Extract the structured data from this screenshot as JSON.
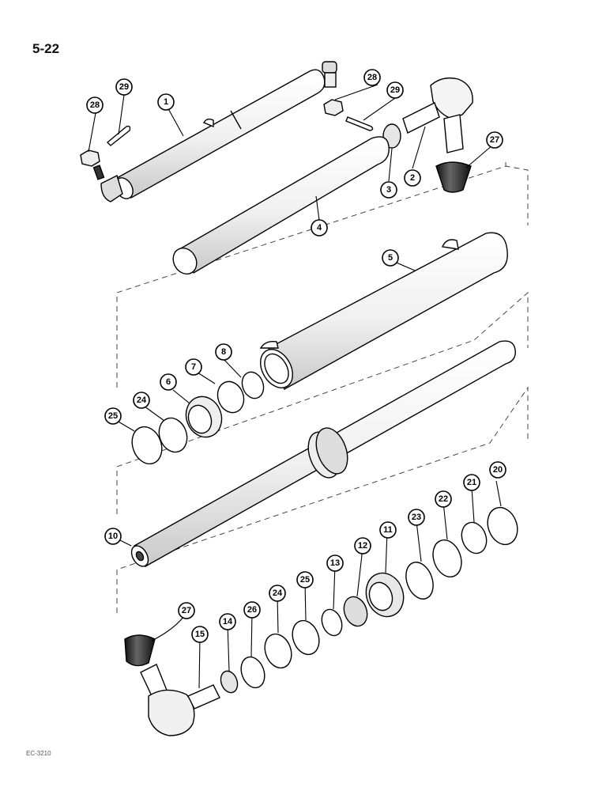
{
  "page": {
    "number": "5-22",
    "code": "EC-3210"
  },
  "callouts": [
    {
      "num": "1"
    },
    {
      "num": "2"
    },
    {
      "num": "3"
    },
    {
      "num": "4"
    },
    {
      "num": "5"
    },
    {
      "num": "6"
    },
    {
      "num": "7"
    },
    {
      "num": "8"
    },
    {
      "num": "10"
    },
    {
      "num": "11"
    },
    {
      "num": "12"
    },
    {
      "num": "13"
    },
    {
      "num": "14"
    },
    {
      "num": "15"
    },
    {
      "num": "20"
    },
    {
      "num": "21"
    },
    {
      "num": "22"
    },
    {
      "num": "23"
    },
    {
      "num": "24"
    },
    {
      "num": "24"
    },
    {
      "num": "25"
    },
    {
      "num": "25"
    },
    {
      "num": "26"
    },
    {
      "num": "27"
    },
    {
      "num": "27"
    },
    {
      "num": "28"
    },
    {
      "num": "28"
    },
    {
      "num": "29"
    },
    {
      "num": "29"
    }
  ],
  "colors": {
    "line": "#000000",
    "fill_light": "#f4f4f4",
    "fill_dark": "#222222"
  }
}
